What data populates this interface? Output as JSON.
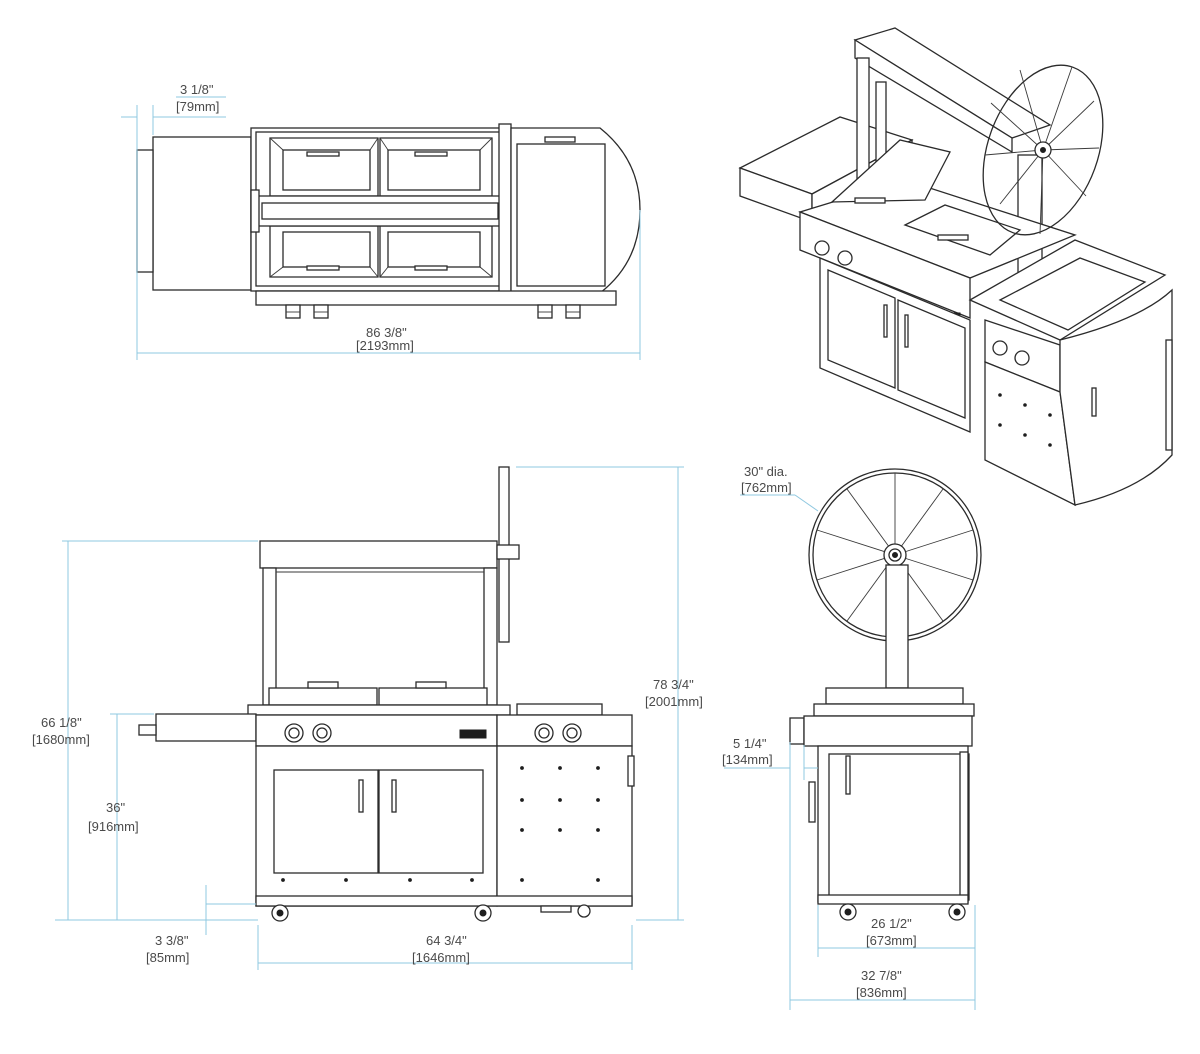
{
  "views": {
    "top": "top-view",
    "front": "front-view",
    "side": "side-view",
    "iso": "isometric-view"
  },
  "dimensions": {
    "top_offset": {
      "imperial": "3 1/8\"",
      "metric": "[79mm]"
    },
    "top_width": {
      "imperial": "86 3/8\"",
      "metric": "[2193mm]"
    },
    "front_total_height": {
      "imperial": "66 1/8\"",
      "metric": "[1680mm]"
    },
    "front_counter_height": {
      "imperial": "36\"",
      "metric": "[916mm]"
    },
    "front_caster_height": {
      "imperial": "3 3/8\"",
      "metric": "[85mm]"
    },
    "front_width": {
      "imperial": "64 3/4\"",
      "metric": "[1646mm]"
    },
    "front_max_height": {
      "imperial": "78 3/4\"",
      "metric": "[2001mm]"
    },
    "wheel_diameter": {
      "imperial": "30\" dia.",
      "metric": "[762mm]"
    },
    "side_overhang": {
      "imperial": "5 1/4\"",
      "metric": "[134mm]"
    },
    "side_cart_depth": {
      "imperial": "26 1/2\"",
      "metric": "[673mm]"
    },
    "side_total_depth": {
      "imperial": "32 7/8\"",
      "metric": "[836mm]"
    }
  },
  "colors": {
    "line": "#2b2b2b",
    "dimension": "#8fc8e0",
    "text": "#4a4a4a"
  }
}
